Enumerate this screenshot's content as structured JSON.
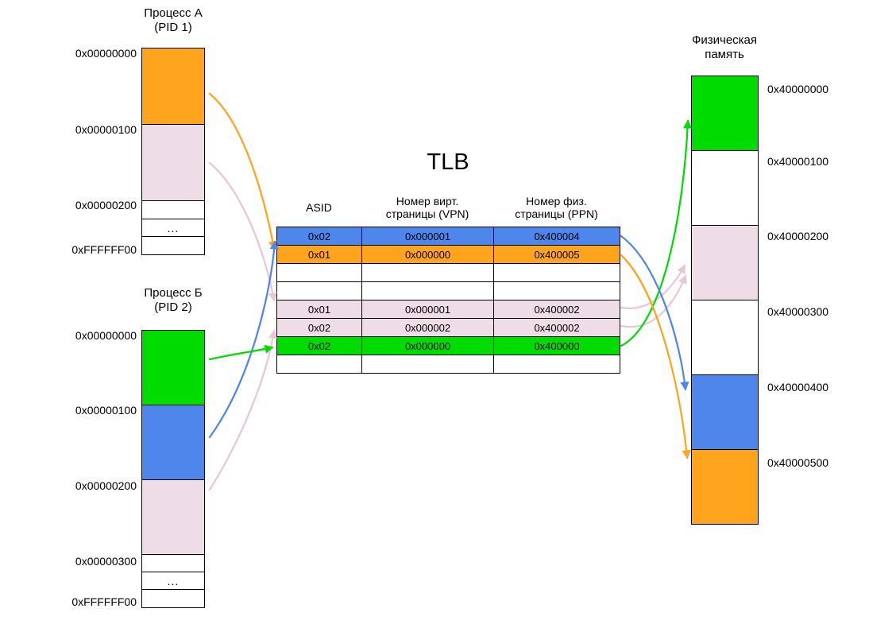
{
  "colors": {
    "orange": "#FFA41C",
    "pink": "#EEDDE6",
    "pink_arrow": "#E7C6D8",
    "green": "#00DC00",
    "blue": "#4E86EC",
    "white": "#FFFFFF",
    "border": "#000000"
  },
  "process_a": {
    "title_line1": "Процесс А",
    "title_line2": "(PID 1)",
    "address_labels": [
      "0x00000000",
      "0x00000100",
      "0x00000200",
      "0xFFFFFF00"
    ],
    "blocks": [
      {
        "color": "orange",
        "text": ""
      },
      {
        "color": "pink",
        "text": ""
      },
      {
        "color": "white",
        "text": ""
      },
      {
        "color": "white",
        "text": "..."
      },
      {
        "color": "white",
        "text": ""
      }
    ]
  },
  "process_b": {
    "title_line1": "Процесс Б",
    "title_line2": "(PID 2)",
    "address_labels": [
      "0x00000000",
      "0x00000100",
      "0x00000200",
      "0x00000300",
      "0xFFFFFF00"
    ],
    "blocks": [
      {
        "color": "green",
        "text": ""
      },
      {
        "color": "blue",
        "text": ""
      },
      {
        "color": "pink",
        "text": ""
      },
      {
        "color": "white",
        "text": ""
      },
      {
        "color": "white",
        "text": "..."
      },
      {
        "color": "white",
        "text": ""
      }
    ]
  },
  "tlb": {
    "title": "TLB",
    "headers": [
      {
        "lines": [
          "ASID"
        ]
      },
      {
        "lines": [
          "Номер вирт.",
          "страницы (VPN)"
        ]
      },
      {
        "lines": [
          "Номер физ.",
          "страницы (PPN)"
        ]
      }
    ],
    "rows": [
      {
        "asid": "0x02",
        "vpn": "0x000001",
        "ppn": "0x400004",
        "color": "blue"
      },
      {
        "asid": "0x01",
        "vpn": "0x000000",
        "ppn": "0x400005",
        "color": "orange"
      },
      {
        "asid": "",
        "vpn": "",
        "ppn": "",
        "color": "white"
      },
      {
        "asid": "",
        "vpn": "",
        "ppn": "",
        "color": "white"
      },
      {
        "asid": "0x01",
        "vpn": "0x000001",
        "ppn": "0x400002",
        "color": "pink"
      },
      {
        "asid": "0x02",
        "vpn": "0x000002",
        "ppn": "0x400002",
        "color": "pink"
      },
      {
        "asid": "0x02",
        "vpn": "0x000000",
        "ppn": "0x400000",
        "color": "green"
      },
      {
        "asid": "",
        "vpn": "",
        "ppn": "",
        "color": "white"
      }
    ]
  },
  "physical_memory": {
    "title_line1": "Физическая",
    "title_line2": "память",
    "address_labels": [
      "0x40000000",
      "0x40000100",
      "0x40000200",
      "0x40000300",
      "0x40000400",
      "0x40000500"
    ],
    "blocks": [
      {
        "color": "green"
      },
      {
        "color": "white"
      },
      {
        "color": "pink"
      },
      {
        "color": "white"
      },
      {
        "color": "blue"
      },
      {
        "color": "orange"
      }
    ]
  }
}
